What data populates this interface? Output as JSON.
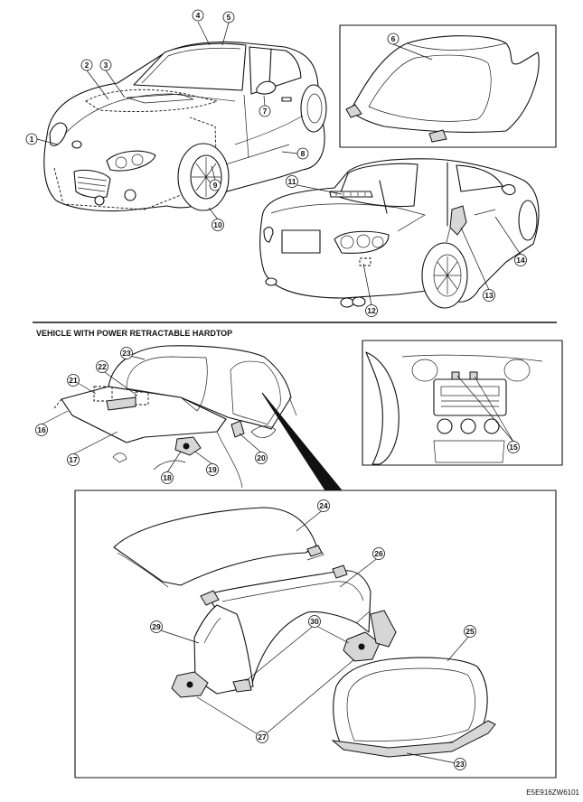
{
  "section_title": "VEHICLE WITH POWER RETRACTABLE HARDTOP",
  "figure_code": "E5E916ZW6101",
  "callouts": [
    {
      "id": "c1",
      "label": "1"
    },
    {
      "id": "c2",
      "label": "2"
    },
    {
      "id": "c3",
      "label": "3"
    },
    {
      "id": "c4",
      "label": "4"
    },
    {
      "id": "c5",
      "label": "5"
    },
    {
      "id": "c6",
      "label": "6"
    },
    {
      "id": "c7",
      "label": "7"
    },
    {
      "id": "c8",
      "label": "8"
    },
    {
      "id": "c9",
      "label": "9"
    },
    {
      "id": "c10",
      "label": "10"
    },
    {
      "id": "c11",
      "label": "11"
    },
    {
      "id": "c12",
      "label": "12"
    },
    {
      "id": "c13",
      "label": "13"
    },
    {
      "id": "c14",
      "label": "14"
    },
    {
      "id": "c15",
      "label": "15"
    },
    {
      "id": "c16",
      "label": "16"
    },
    {
      "id": "c17",
      "label": "17"
    },
    {
      "id": "c18",
      "label": "18"
    },
    {
      "id": "c19",
      "label": "19"
    },
    {
      "id": "c20",
      "label": "20"
    },
    {
      "id": "c21",
      "label": "21"
    },
    {
      "id": "c22",
      "label": "22"
    },
    {
      "id": "c23a",
      "label": "23"
    },
    {
      "id": "c24",
      "label": "24"
    },
    {
      "id": "c25",
      "label": "25"
    },
    {
      "id": "c26",
      "label": "26"
    },
    {
      "id": "c27",
      "label": "27"
    },
    {
      "id": "c23b",
      "label": "23"
    },
    {
      "id": "c29",
      "label": "29"
    },
    {
      "id": "c30",
      "label": "30"
    }
  ]
}
